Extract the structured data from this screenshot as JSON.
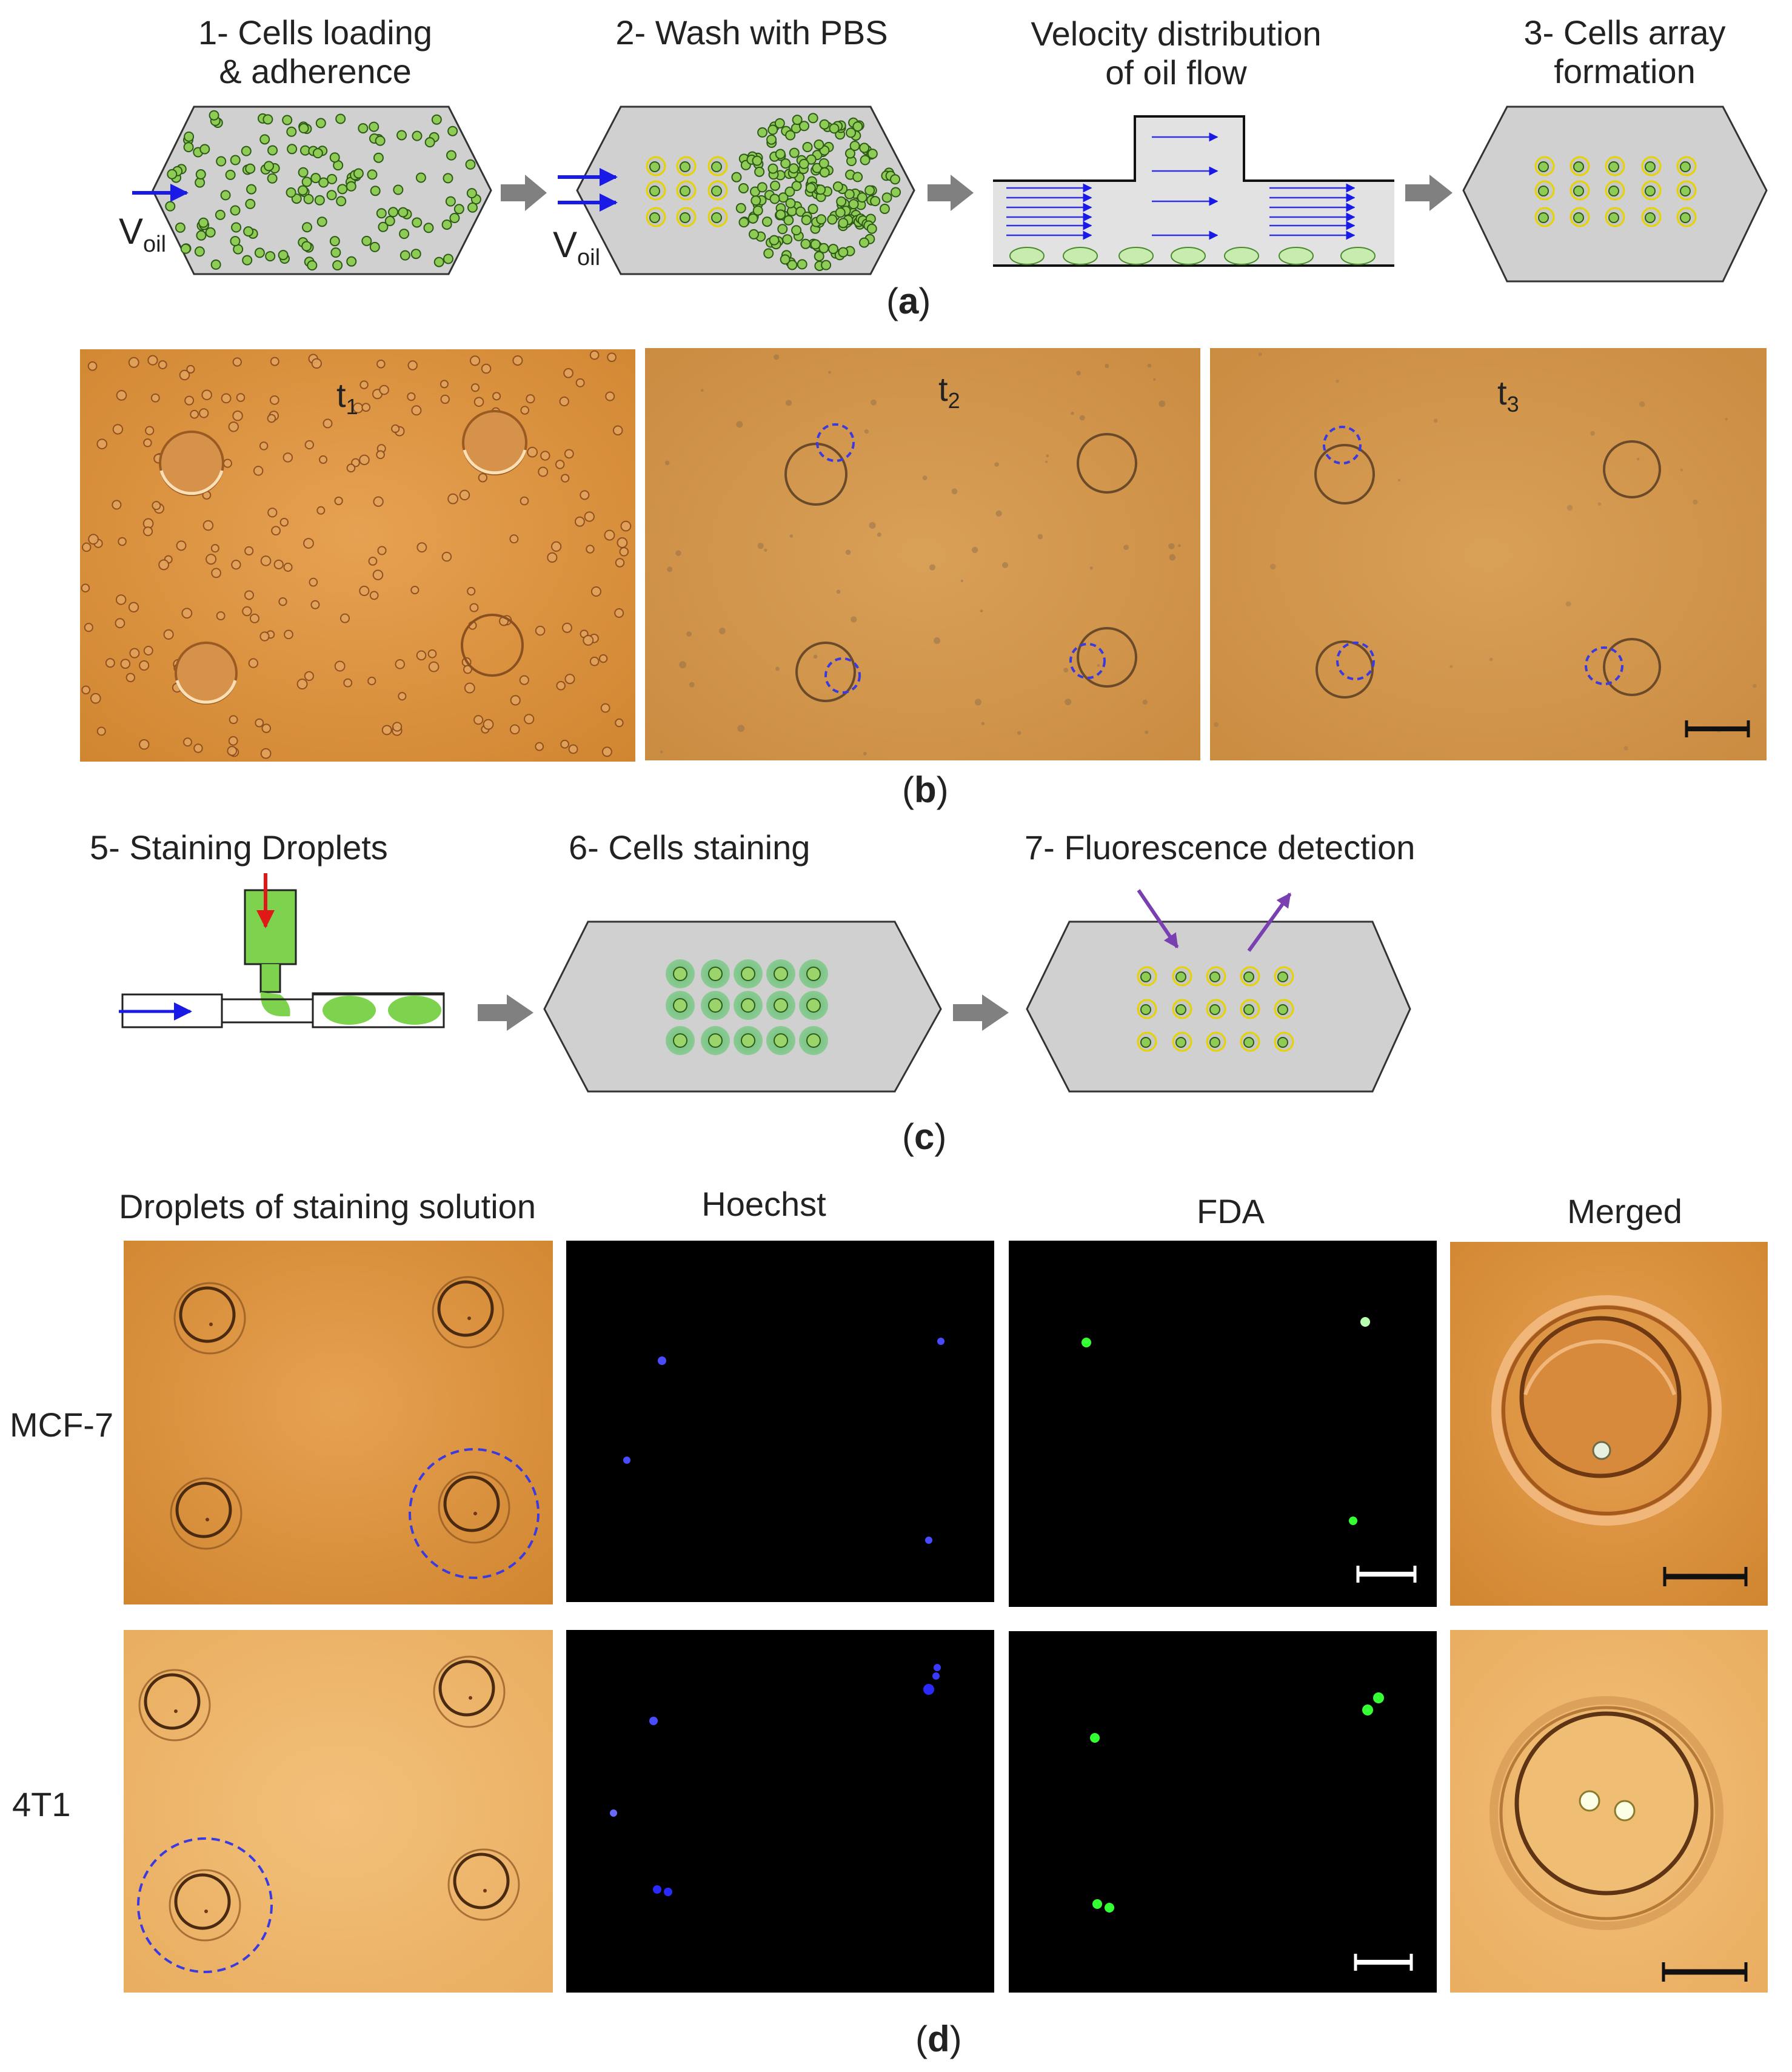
{
  "panel_a": {
    "step1": [
      "1- Cells loading",
      "& adherence"
    ],
    "step2": "2- Wash with PBS",
    "velocity": [
      "Velocity distribution",
      "of oil flow"
    ],
    "step3": [
      "3- Cells array",
      "formation"
    ],
    "v_main": "V",
    "v_sub": "oil",
    "tag": "a"
  },
  "panel_b": {
    "t1_main": "t",
    "t1_sub": "1",
    "t2_main": "t",
    "t2_sub": "2",
    "t3_main": "t",
    "t3_sub": "3",
    "tag": "b"
  },
  "panel_c": {
    "step5": "5- Staining Droplets",
    "step6": "6- Cells staining",
    "step7": "7- Fluorescence  detection",
    "tag": "c"
  },
  "panel_d": {
    "col1": "Droplets of staining solution",
    "col2": "Hoechst",
    "col3": "FDA",
    "col4": "Merged",
    "row1": "MCF-7",
    "row2": "4T1",
    "tag": "d"
  },
  "colors": {
    "cell_green": "#8fcc55",
    "cell_ring": "#e6d300",
    "chamber_gray": "#d0d0d0",
    "arrow_blue": "#1a1ae6",
    "arrow_red": "#e01818",
    "arrow_purple": "#7a3fb0",
    "dash_blue": "#3a3ae0",
    "micro_orange": "#d88a3c",
    "micro_light": "#e8b266",
    "fluor_blue": "#3a3aff",
    "fluor_green": "#33ff33"
  }
}
